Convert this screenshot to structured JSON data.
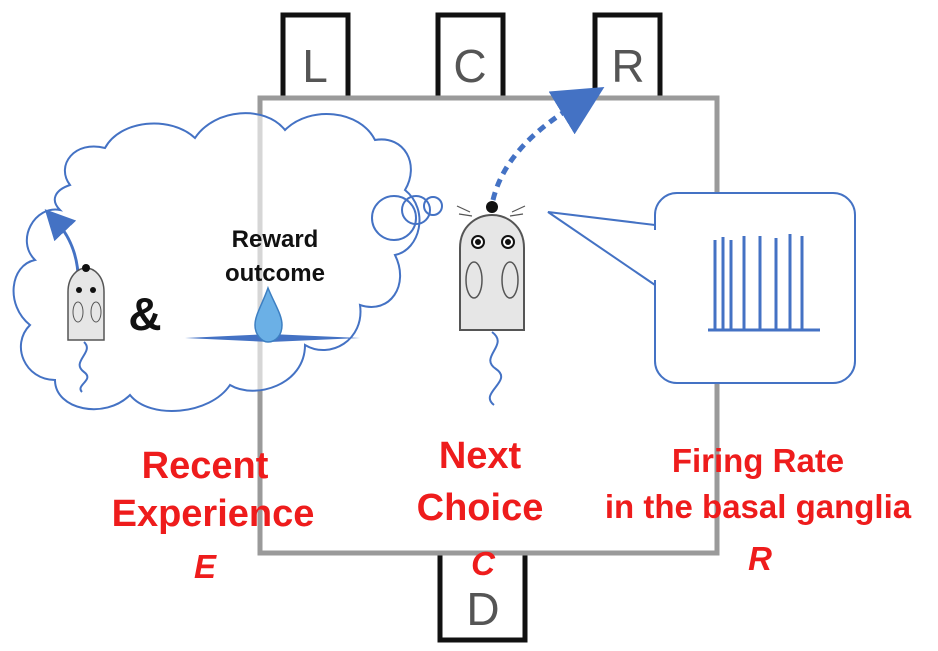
{
  "ports": {
    "left": "L",
    "center": "C",
    "right": "R",
    "bottom": "D"
  },
  "cloud": {
    "reward_line1": "Reward",
    "reward_line2": "outcome",
    "ampersand": "&"
  },
  "labels": {
    "recent_line1": "Recent",
    "recent_line2": "Experience",
    "recent_var": "E",
    "next_line1": "Next",
    "next_line2": "Choice",
    "next_var": "C",
    "firing_line1": "Firing Rate",
    "firing_line2": "in the basal ganglia",
    "firing_var": "R"
  },
  "colors": {
    "accent_red": "#ee1c1c",
    "blue": "#4472c4",
    "box_gray": "#9a9a9a",
    "port_black": "#111111"
  }
}
